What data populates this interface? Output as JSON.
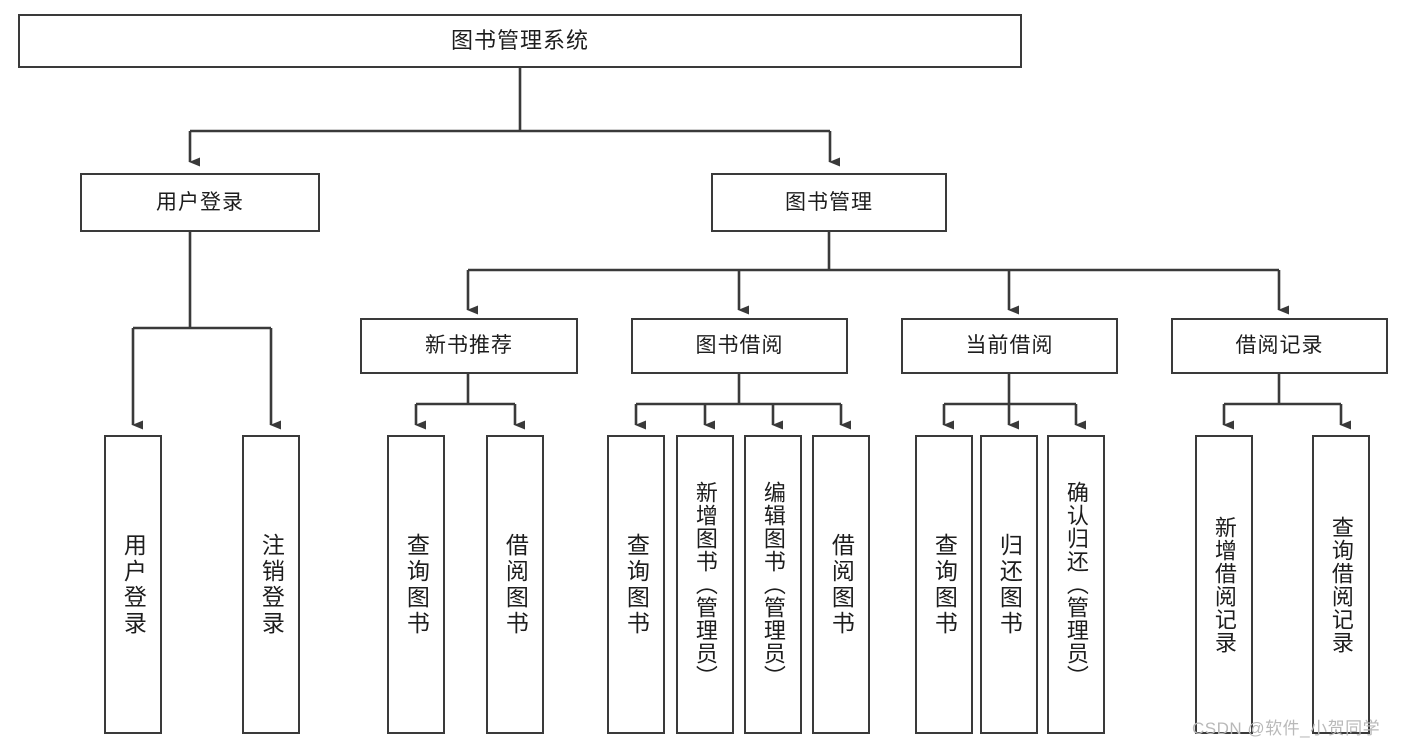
{
  "diagram": {
    "type": "tree-hierarchy-chart",
    "title": "图书管理系统",
    "root": {
      "label": "图书管理系统"
    },
    "level2": [
      {
        "label": "用户登录"
      },
      {
        "label": "图书管理"
      }
    ],
    "level3": [
      {
        "label": "新书推荐"
      },
      {
        "label": "图书借阅"
      },
      {
        "label": "当前借阅"
      },
      {
        "label": "借阅记录"
      }
    ],
    "leaves": {
      "user_login": [
        {
          "label": "用户登录"
        },
        {
          "label": "注销登录"
        }
      ],
      "new_book_recommend": [
        {
          "label": "查询图书"
        },
        {
          "label": "借阅图书"
        }
      ],
      "book_borrow": [
        {
          "label": "查询图书"
        },
        {
          "label": "新增图书（管理员）"
        },
        {
          "label": "编辑图书（管理员）"
        },
        {
          "label": "借阅图书"
        }
      ],
      "current_borrow": [
        {
          "label": "查询图书"
        },
        {
          "label": "归还图书"
        },
        {
          "label": "确认归还（管理员）"
        }
      ],
      "borrow_record": [
        {
          "label": "新增借阅记录"
        },
        {
          "label": "查询借阅记录"
        }
      ]
    }
  },
  "watermark": {
    "text": "CSDN @软件_小贺同学"
  },
  "colors": {
    "box_border": "#3a3a3a",
    "box_fill": "#ffffff",
    "connector": "#3a3a3a",
    "text": "#1d1d1d",
    "watermark": "#b9b9b9",
    "background": "#ffffff"
  }
}
